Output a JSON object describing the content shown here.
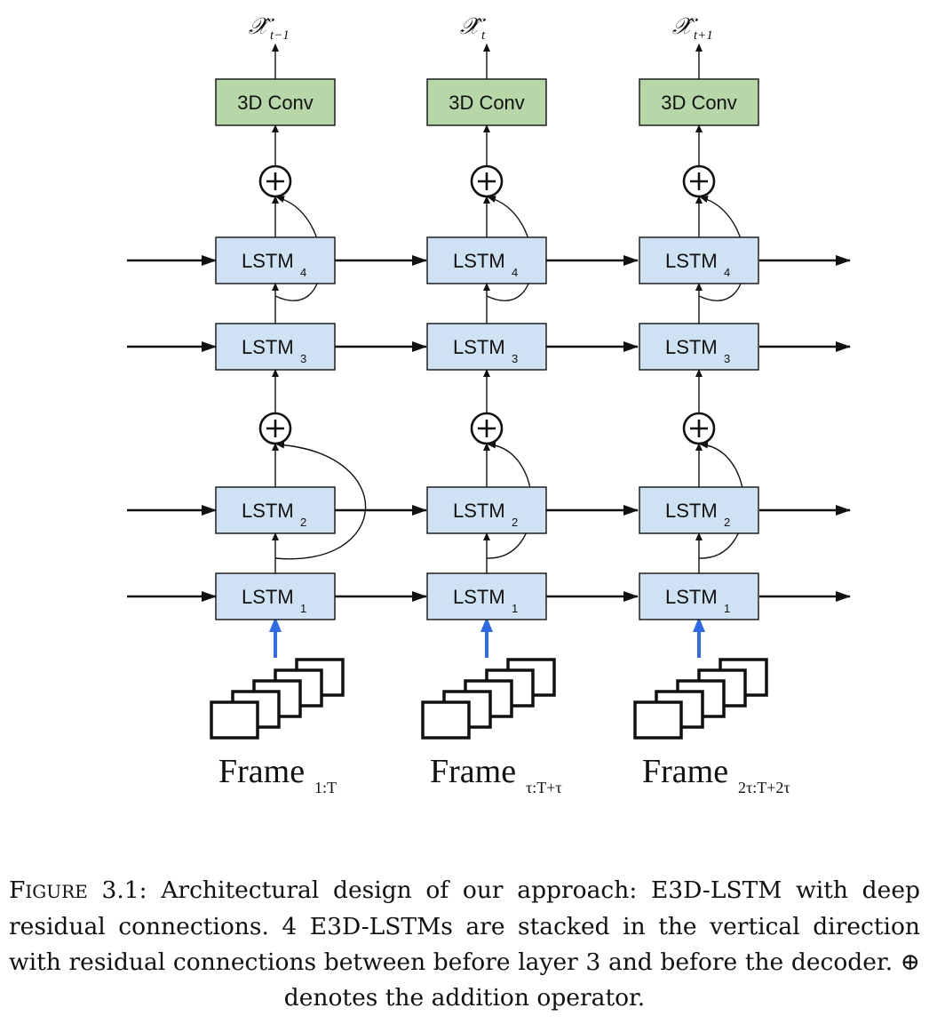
{
  "columns": [
    {
      "output_base": "𝒳̂",
      "output_sub": "t−1",
      "frame_label": "Frame",
      "frame_sub": "1:T"
    },
    {
      "output_base": "𝒳̂",
      "output_sub": "t",
      "frame_label": "Frame",
      "frame_sub": "τ:T+τ"
    },
    {
      "output_base": "𝒳̂",
      "output_sub": "t+1",
      "frame_label": "Frame",
      "frame_sub": "2τ:T+2τ"
    }
  ],
  "conv_label": "3D Conv",
  "lstm_base": "LSTM",
  "layers": [
    "4",
    "3",
    "2",
    "1"
  ],
  "add_symbol": "+",
  "colors": {
    "conv_fill": "#b7d7a8",
    "lstm_fill": "#cfe2f3",
    "input_arrow": "#2f6be8",
    "line": "#111111"
  },
  "caption": {
    "figure_label_first": "F",
    "figure_label_rest": "igure",
    "figure_number": "3.1:",
    "text": "Architectural design of our approach: E3D-LSTM with deep residual connections. 4 E3D-LSTMs are stacked in the vertical direction with residual connections between before layer 3 and before the decoder. ⊕ denotes the addition operator."
  }
}
